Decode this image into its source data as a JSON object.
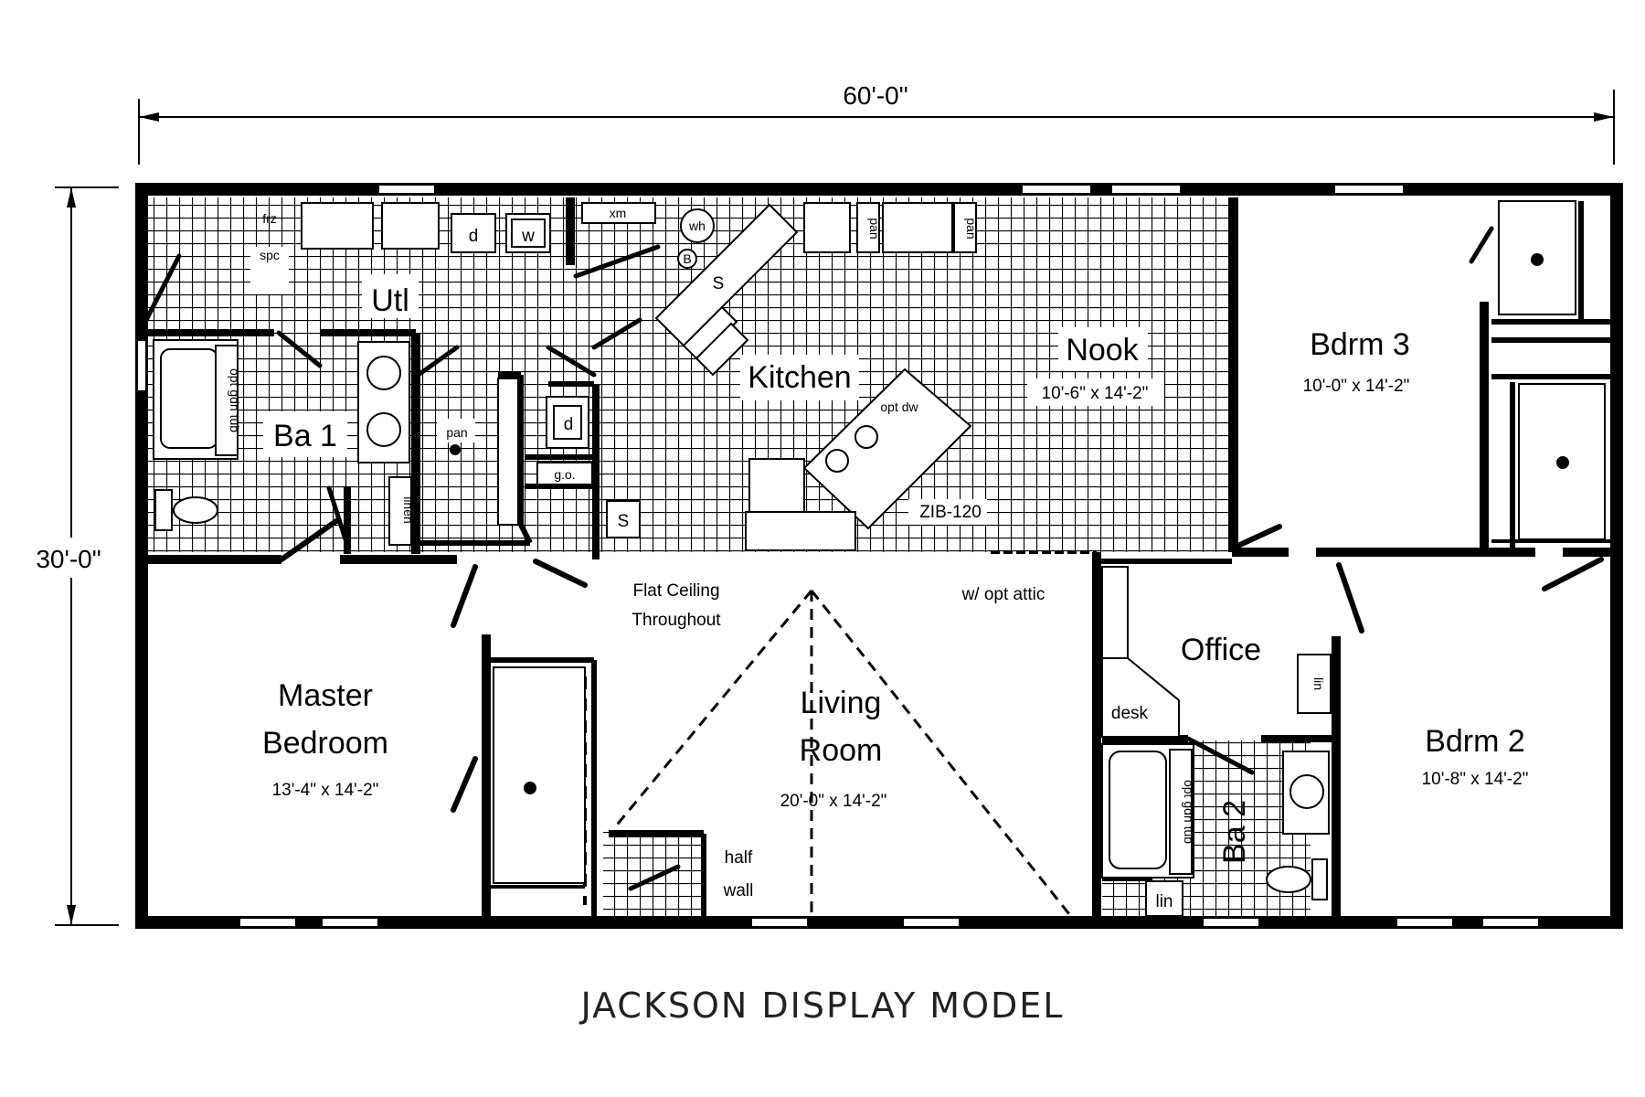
{
  "overall": {
    "width": "60'-0\"",
    "depth": "30'-0\""
  },
  "rooms": {
    "utility": {
      "name": "Utl"
    },
    "bath1": {
      "name": "Ba 1"
    },
    "kitchen": {
      "name": "Kitchen"
    },
    "nook": {
      "name": "Nook",
      "size": "10'-6\" x 14'-2\""
    },
    "bdrm3": {
      "name": "Bdrm 3",
      "size": "10'-0\" x 14'-2\""
    },
    "master": {
      "name_line1": "Master",
      "name_line2": "Bedroom",
      "size": "13'-4\" x 14'-2\""
    },
    "living": {
      "name_line1": "Living",
      "name_line2": "Room",
      "size": "20'-0\" x 14'-2\""
    },
    "office": {
      "name": "Office"
    },
    "bath2": {
      "name": "Ba 2"
    },
    "bdrm2": {
      "name": "Bdrm 2",
      "size": "10'-8\" x 14'-2\""
    }
  },
  "notes": {
    "ceiling_line1": "Flat Ceiling",
    "ceiling_line2": "Throughout",
    "attic": "w/ opt attic",
    "half_wall_line1": "half",
    "half_wall_line2": "wall",
    "fireplace": "ZIB-120"
  },
  "fixtures": {
    "frz": "frz",
    "spc": "spc",
    "d": "d",
    "w": "w",
    "xm": "xm",
    "wh": "wh",
    "B": "B",
    "s": "S",
    "pan": "pan",
    "opt_garden_tub": "opt gdn tub",
    "linen": "linen",
    "lin": "lin",
    "go": "g.o.",
    "opt_dw": "opt dw",
    "desk": "desk"
  },
  "caption": "JACKSON DISPLAY MODEL"
}
